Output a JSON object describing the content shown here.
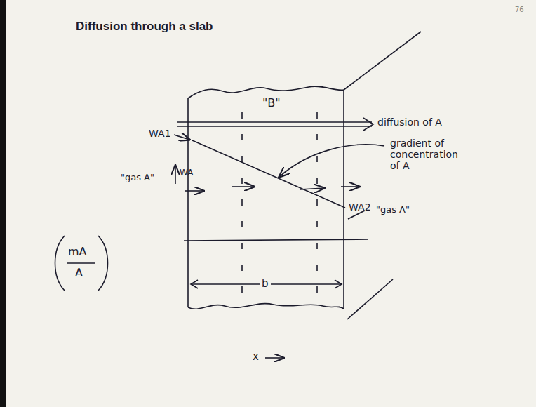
{
  "diagram": {
    "title": "Diffusion through a slab",
    "nodes": [
      {
        "text": [
          "\"B\""
        ]
      }
    ],
    "labels": [
      "76",
      "diffusion of A",
      "WA1",
      "gradient of concentration of A",
      "\"gas A\"",
      "WA",
      "WA2",
      "\"gas A\"",
      "mA",
      "A",
      "b",
      "x"
    ]
  }
}
